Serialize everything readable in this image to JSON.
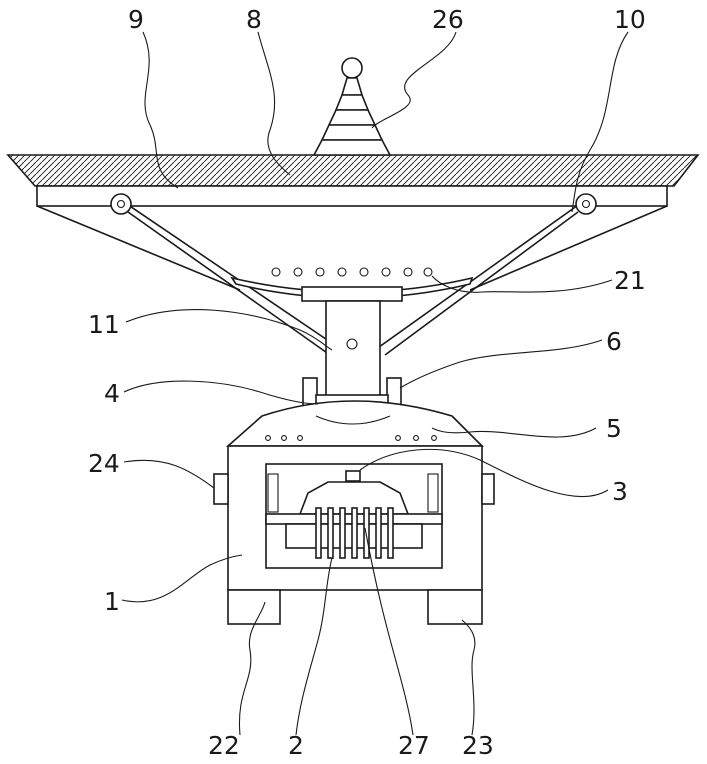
{
  "figure": {
    "labels": {
      "l9": "9",
      "l8": "8",
      "l26": "26",
      "l10": "10",
      "l21": "21",
      "l11": "11",
      "l6": "6",
      "l4": "4",
      "l5": "5",
      "l24": "24",
      "l3": "3",
      "l1": "1",
      "l22": "22",
      "l2": "2",
      "l27": "27",
      "l23": "23"
    }
  }
}
